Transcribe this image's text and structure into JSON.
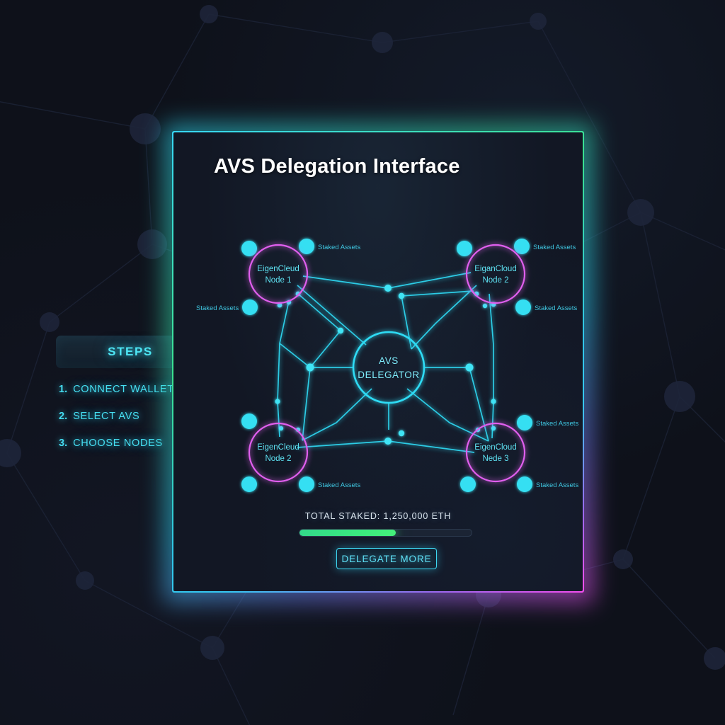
{
  "page": {
    "background_color": "#0e111a",
    "title": "AVS Delegation Interface"
  },
  "sidebar": {
    "header_label": "STEPS",
    "accent_color": "#46dff2",
    "steps": [
      {
        "num": "1.",
        "label": "CONNECT WALLET"
      },
      {
        "num": "2.",
        "label": "SELECT AVS"
      },
      {
        "num": "3.",
        "label": "CHOOSE NODES"
      }
    ]
  },
  "card": {
    "title": "AVS Delegation Interface",
    "border_colors": {
      "top_left": "#37d7f6",
      "top_right": "#3ae08e",
      "bottom_right": "#36c9f4",
      "bottom_left": "#f54ef0"
    }
  },
  "graph": {
    "center_node": {
      "line1": "AVS",
      "line2": "DELEGATOR",
      "color": "#2fdcf5"
    },
    "nodes": [
      {
        "id": "node-top-left",
        "line1": "EigenCleud",
        "line2": "Node 1",
        "color": "#e05fee"
      },
      {
        "id": "node-top-right",
        "line1": "EiganCloud",
        "line2": "Node 2",
        "color": "#e05fee"
      },
      {
        "id": "node-bottom-left",
        "line1": "EigenCleud",
        "line2": "Node 2",
        "color": "#e05fee"
      },
      {
        "id": "node-bottom-right",
        "line1": "EigenCloud",
        "line2": "Nede 3",
        "color": "#e05fee"
      }
    ],
    "asset_label": "Staked Assets",
    "asset_labels": [
      "Staked Assets",
      "Staked Assets",
      "Staked Assets",
      "Staked Assets",
      "Staked Assets",
      "Staked Assets",
      "Staked Assets",
      "Staked Assets"
    ],
    "asset_dot_color": "#3fe4f5",
    "link_color": "#2fd6f0"
  },
  "footer": {
    "total_staked_label": "TOTAL STAKED: 1,250,000 ETH",
    "progress_percent": 56,
    "progress_color": "#3ae97f",
    "delegate_button_label": "DELEGATE MORE"
  }
}
